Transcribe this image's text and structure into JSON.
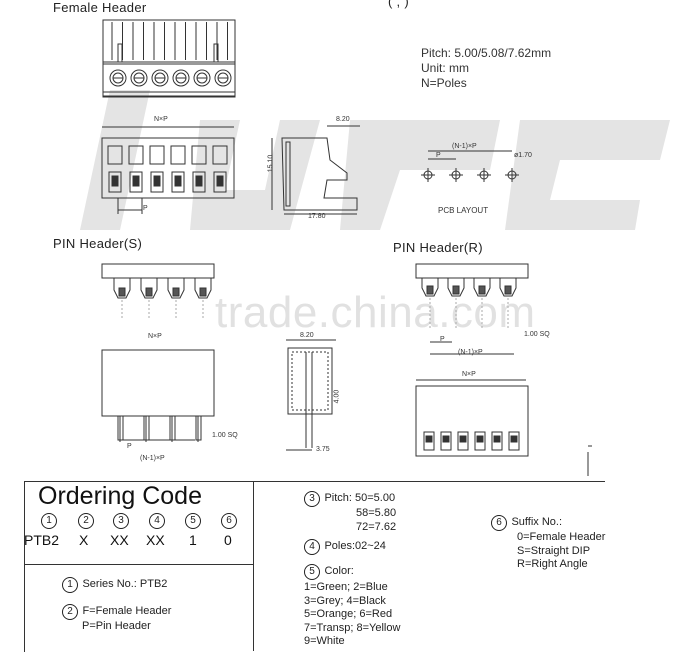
{
  "header": {
    "female_header": "Female Header",
    "top_right_partial": "(  ,  )"
  },
  "specs": [
    "Pitch: 5.00/5.08/7.62mm",
    "Unit: mm",
    "N=Poles"
  ],
  "dims": {
    "nxp": "N×P",
    "dim_820": "8.20",
    "dim_1510": "15.10",
    "dim_1780": "17.80",
    "p": "P",
    "n1xp": "(N-1)×P",
    "phi170": "ø1.70",
    "pcb_layout": "PCB LAYOUT",
    "dim_400": "4.00",
    "dim_375": "3.75",
    "sq": "1.00  SQ"
  },
  "pin_header_s": "PIN Header(S)",
  "pin_header_r": "PIN Header(R)",
  "watermark": "trade.china.com",
  "ordering": {
    "title": "Ordering Code",
    "nums": [
      "1",
      "2",
      "3",
      "4",
      "5",
      "6"
    ],
    "codes": [
      "PTB2",
      "X",
      "XX",
      "XX",
      "1",
      "0"
    ],
    "series": {
      "num": "1",
      "text": "Series No.: PTB2"
    },
    "type": {
      "num": "2",
      "line1": "F=Female Header",
      "line2": "P=Pin Header"
    },
    "pitch": {
      "num": "3",
      "lines": [
        "Pitch: 50=5.00",
        "58=5.80",
        "72=7.62"
      ]
    },
    "poles": {
      "num": "4",
      "text": "Poles:02~24"
    },
    "color": {
      "num": "5",
      "label": "Color:",
      "lines": [
        "1=Green;   2=Blue",
        "3=Grey;     4=Black",
        "5=Orange;  6=Red",
        "7=Transp;  8=Yellow",
        "9=White"
      ]
    },
    "suffix": {
      "num": "6",
      "lines": [
        "Suffix No.:",
        "0=Female Header",
        "S=Straight DIP",
        "R=Right Angle"
      ]
    }
  }
}
